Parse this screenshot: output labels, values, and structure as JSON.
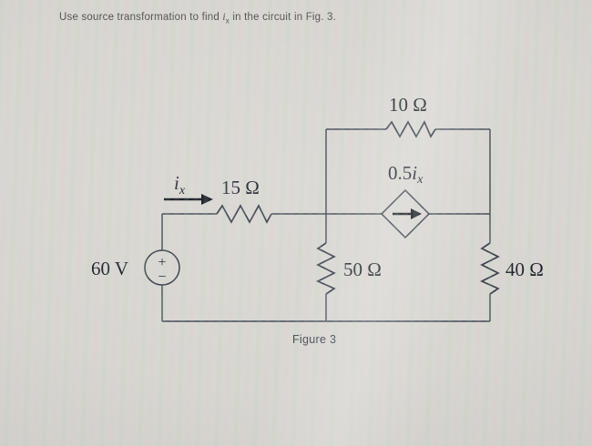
{
  "problem": {
    "statement_prefix": "Use source transformation to find ",
    "variable": "i",
    "variable_sub": "x",
    "statement_suffix": " in the circuit in Fig. 3."
  },
  "figure": {
    "caption": "Figure 3"
  },
  "circuit": {
    "voltage_source": {
      "label": "60 V",
      "plus": "+",
      "minus": "−"
    },
    "resistor_15": "15 Ω",
    "resistor_10": "10 Ω",
    "resistor_50": "50 Ω",
    "resistor_40": "40 Ω",
    "dependent_source": {
      "coef": "0.5",
      "var": "i",
      "sub": "x"
    },
    "current_arrow": {
      "var": "i",
      "sub": "x"
    }
  },
  "colors": {
    "background": "#d8d6d1",
    "wire": "#3c4552",
    "label_text": "#1b202b",
    "title_text": "#4e504f"
  }
}
